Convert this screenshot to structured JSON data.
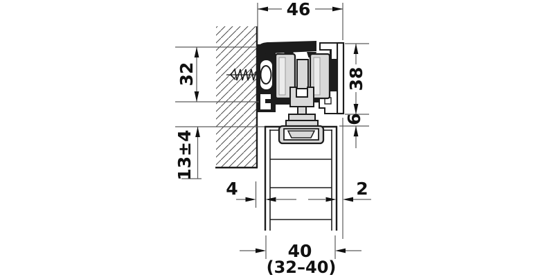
{
  "drawing": {
    "type": "technical-cross-section",
    "labels": {
      "track_width": "46",
      "back_height": "32",
      "top_clearance": "13±4",
      "wall_door_gap": "4",
      "profile_height": "38",
      "track_door_gap": "6",
      "door_edge_gap": "2",
      "door_thickness": "40",
      "door_thickness_range": "(32–40)"
    },
    "colors": {
      "line": "#1c1c1c",
      "dimension_line": "#5a5a5a",
      "component_fill": "#d9d9d9",
      "profile_fill": "#1c1c1c",
      "background": "#ffffff"
    }
  }
}
